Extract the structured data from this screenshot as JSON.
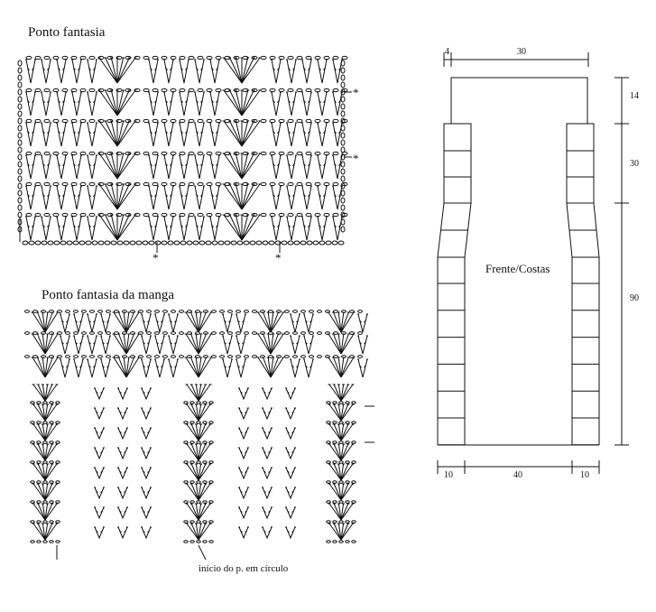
{
  "diagrams": {
    "stitch_pattern": {
      "title": "Ponto fantasia",
      "marker": "*"
    },
    "sleeve_pattern": {
      "title": "Ponto fantasia da manga",
      "note": "início do p. em círculo"
    },
    "schematic": {
      "label": "Frente/Costas",
      "top_dims": [
        "4",
        "30"
      ],
      "side_dims": [
        "14",
        "30",
        "90"
      ],
      "bottom_dims": [
        "10",
        "40",
        "10"
      ]
    }
  },
  "colors": {
    "ink": "#111111",
    "paper": "#ffffff"
  }
}
